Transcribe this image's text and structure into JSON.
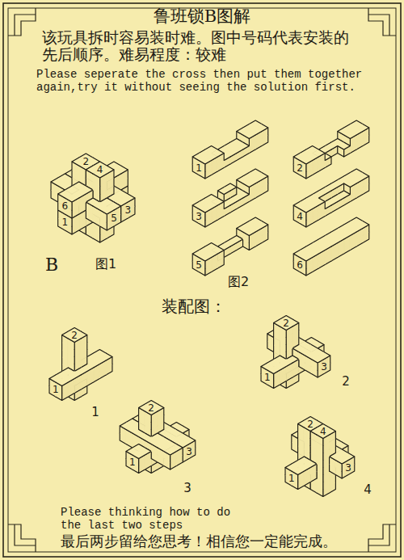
{
  "diagram": {
    "title": "鲁班锁B图解",
    "labels": [
      "该玩具拆时容易装时难。图中号码代表安装的 先后顺序。难易程度：较难",
      "Please seperate the cross then put them together again,try it without seeing the solution first.",
      "2",
      "4",
      "6",
      "1",
      "5",
      "3",
      "B",
      "图1",
      "1",
      "2",
      "3",
      "4",
      "5",
      "6",
      "图2",
      "装配图：",
      "2",
      "1",
      "1",
      "1",
      "2",
      "3",
      "2",
      "2",
      "1",
      "3",
      "3",
      "2",
      "4",
      "1",
      "3",
      "4",
      "Please thinking how to do the last two steps",
      "最后两步留给您思考！相信您一定能完成。"
    ]
  }
}
